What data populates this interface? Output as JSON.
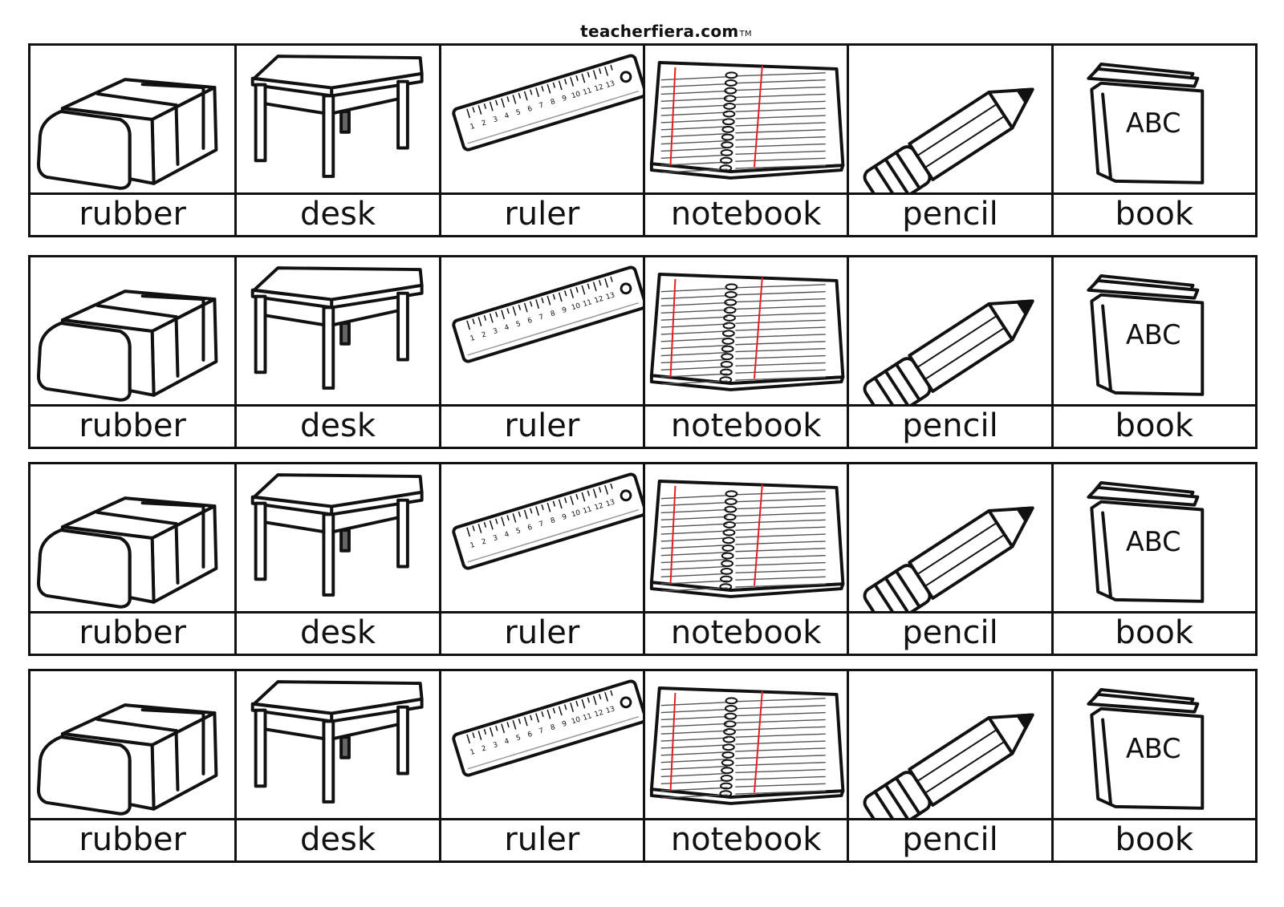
{
  "header": {
    "brand": "teacherfiera.com",
    "trademark": "TM"
  },
  "cards": [
    {
      "word": "rubber",
      "icon": "rubber-icon"
    },
    {
      "word": "desk",
      "icon": "desk-icon"
    },
    {
      "word": "ruler",
      "icon": "ruler-icon"
    },
    {
      "word": "notebook",
      "icon": "notebook-icon"
    },
    {
      "word": "pencil",
      "icon": "pencil-icon"
    },
    {
      "word": "book",
      "icon": "book-icon"
    }
  ],
  "ruler_marks": [
    "1",
    "2",
    "3",
    "4",
    "5",
    "6",
    "7",
    "8",
    "9",
    "10",
    "11",
    "12",
    "13"
  ],
  "book_cover_text": "ABC",
  "strip_count": 4,
  "colors": {
    "ink": "#111111",
    "margin_line": "#e02020",
    "paper": "#ffffff"
  }
}
